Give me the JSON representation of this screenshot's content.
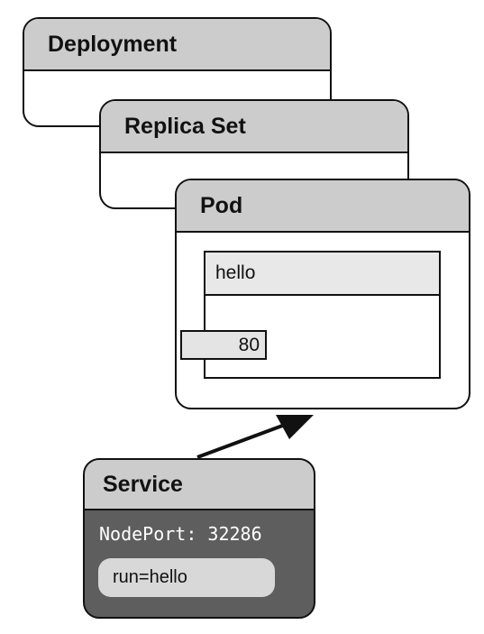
{
  "deployment": {
    "title": "Deployment"
  },
  "replica_set": {
    "title": "Replica Set"
  },
  "pod": {
    "title": "Pod",
    "container": {
      "name": "hello",
      "port": "80"
    }
  },
  "service": {
    "title": "Service",
    "node_port": "NodePort: 32286",
    "selector": "run=hello"
  }
}
